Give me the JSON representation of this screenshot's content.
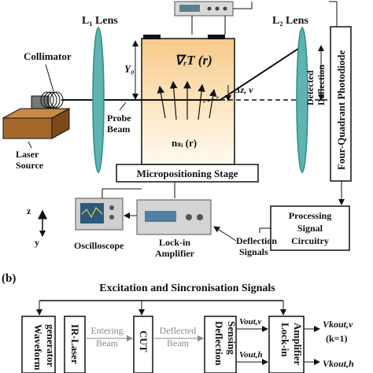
{
  "part_a": {
    "l1_lens": "L₁ Lens",
    "l2_lens": "L₂ Lens",
    "collimator": "Collimator",
    "laser_source_line1": "Laser",
    "laser_source_line2": "Source",
    "probe_beam_line1": "Probe",
    "probe_beam_line2": "Beam",
    "y0": "Y₀",
    "gradient": "∇ᵣT (r)",
    "n_si": "nₛᵢ (r)",
    "delta": "Δz, v",
    "detected_deflection_line1": "Detected",
    "detected_deflection_line2": "Deflection",
    "photodiode": "Four-Quadrant Photodiode",
    "stage": "Micropositioning Stage",
    "processing_line1": "Processing",
    "processing_line2": "Signal",
    "processing_line3": "Circuitry",
    "deflection_signals_line1": "Deflection",
    "deflection_signals_line2": "Signals",
    "oscilloscope": "Oscilloscope",
    "lockin_line1": "Lock-in",
    "lockin_line2": "Amplifier",
    "axis_z": "z",
    "axis_y": "y"
  },
  "part_b": {
    "label": "(b)",
    "title": "Excitation and Sincronisation Signals",
    "waveform_line1": "Waveform",
    "waveform_line2": "generator",
    "ir_laser": "IR-Laser",
    "entering_line1": "Entering",
    "entering_line2": "Beam",
    "cut": "CUT",
    "deflected_line1": "Deflected",
    "deflected_line2": "Beam",
    "deflection_sensing_line1": "Deflection",
    "deflection_sensing_line2": "Sensing",
    "vout_v": "Vout,v",
    "vout_h": "Vout,h",
    "lockin_line1": "Lock-in",
    "lockin_line2": "Amplifier",
    "out_v": "Vkout,v",
    "out_k": "(k=1)",
    "out_h": "Vkout,h"
  },
  "colors": {
    "lens": "#2e8b8b",
    "sample_top": "#f6c98a",
    "sample_bottom": "#fbf0dc",
    "laser_box": "#a5682a",
    "arrow_gray": "#8a8a8a"
  }
}
